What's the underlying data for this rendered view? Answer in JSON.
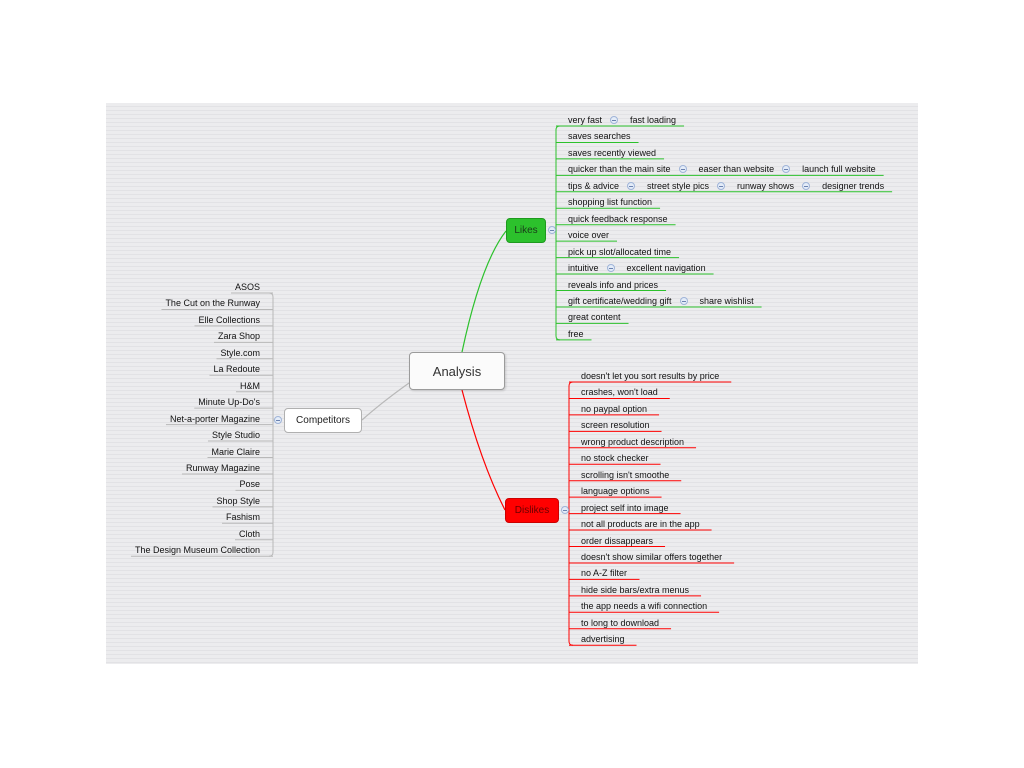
{
  "central_topic": "Analysis",
  "branches": {
    "likes": {
      "label": "Likes",
      "color": "#2cc12c",
      "items": [
        [
          "very fast",
          "fast loading"
        ],
        [
          "saves searches"
        ],
        [
          "saves recently viewed"
        ],
        [
          "quicker than the main site",
          "easer than website",
          "launch full website"
        ],
        [
          "tips & advice",
          "street style pics",
          "runway shows",
          "designer trends"
        ],
        [
          "shopping list function"
        ],
        [
          "quick feedback response"
        ],
        [
          "voice over"
        ],
        [
          "pick up slot/allocated time"
        ],
        [
          "intuitive",
          "excellent navigation"
        ],
        [
          "reveals info and prices"
        ],
        [
          "gift certificate/wedding gift",
          "share wishlist"
        ],
        [
          "great content"
        ],
        [
          "free"
        ]
      ]
    },
    "dislikes": {
      "label": "Dislikes",
      "color": "#ff0000",
      "items": [
        "doesn't let you sort results by price",
        "crashes, won't load",
        "no paypal option",
        "screen resolution",
        "wrong product description",
        "no stock checker",
        "scrolling isn't smoothe",
        "language options",
        "project self into image",
        "not all products are in the app",
        "order dissappears",
        "doesn't show similar offers together",
        "no A-Z filter",
        "hide side bars/extra menus",
        "the app needs a wifi connection",
        "to long to download",
        "advertising"
      ]
    },
    "competitors": {
      "label": "Competitors",
      "color": "#b0b0b0",
      "items": [
        "ASOS",
        "The Cut on the Runway",
        "Elle Collections",
        "Zara Shop",
        "Style.com",
        "La Redoute",
        "H&M",
        "Minute Up-Do's",
        "Net-a-porter Magazine",
        "Style Studio",
        "Marie Claire",
        "Runway Magazine",
        "Pose",
        "Shop Style",
        "Fashism",
        "Cloth",
        "The Design Museum Collection"
      ]
    }
  }
}
